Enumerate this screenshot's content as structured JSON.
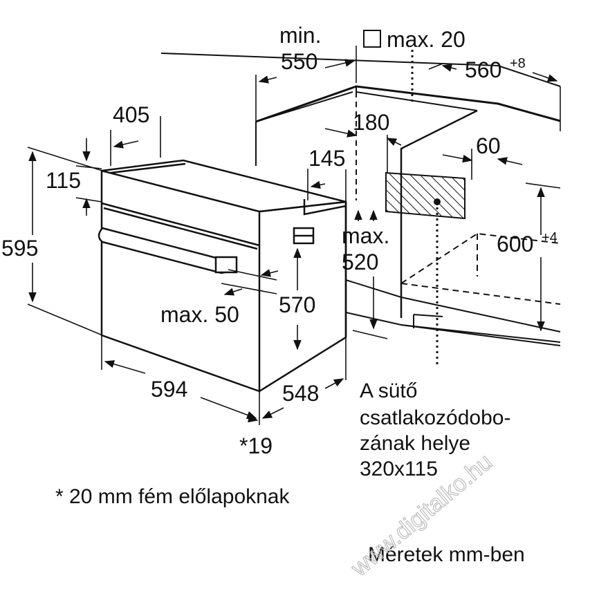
{
  "diagram": {
    "dimensions": {
      "min_label": "min.",
      "min_550": "550",
      "max_20": "max. 20",
      "d560": "560",
      "d560_sup": "+8",
      "d405": "405",
      "d180": "180",
      "d60": "60",
      "d145": "145",
      "d115": "115",
      "d595": "595",
      "max_label": "max.",
      "d520": "520",
      "d600": "600",
      "d600_sup": "+4",
      "max_50": "max. 50",
      "d570": "570",
      "d594": "594",
      "d548": "548",
      "d19": "*19"
    },
    "socket_note": [
      "A sütő",
      "csatlakozódobo-",
      "zának helye",
      "320x115"
    ],
    "footnote": "* 20 mm fém előlapoknak",
    "units_note": "Méretek mm-ben",
    "watermark": "www.digitalko.hu"
  }
}
